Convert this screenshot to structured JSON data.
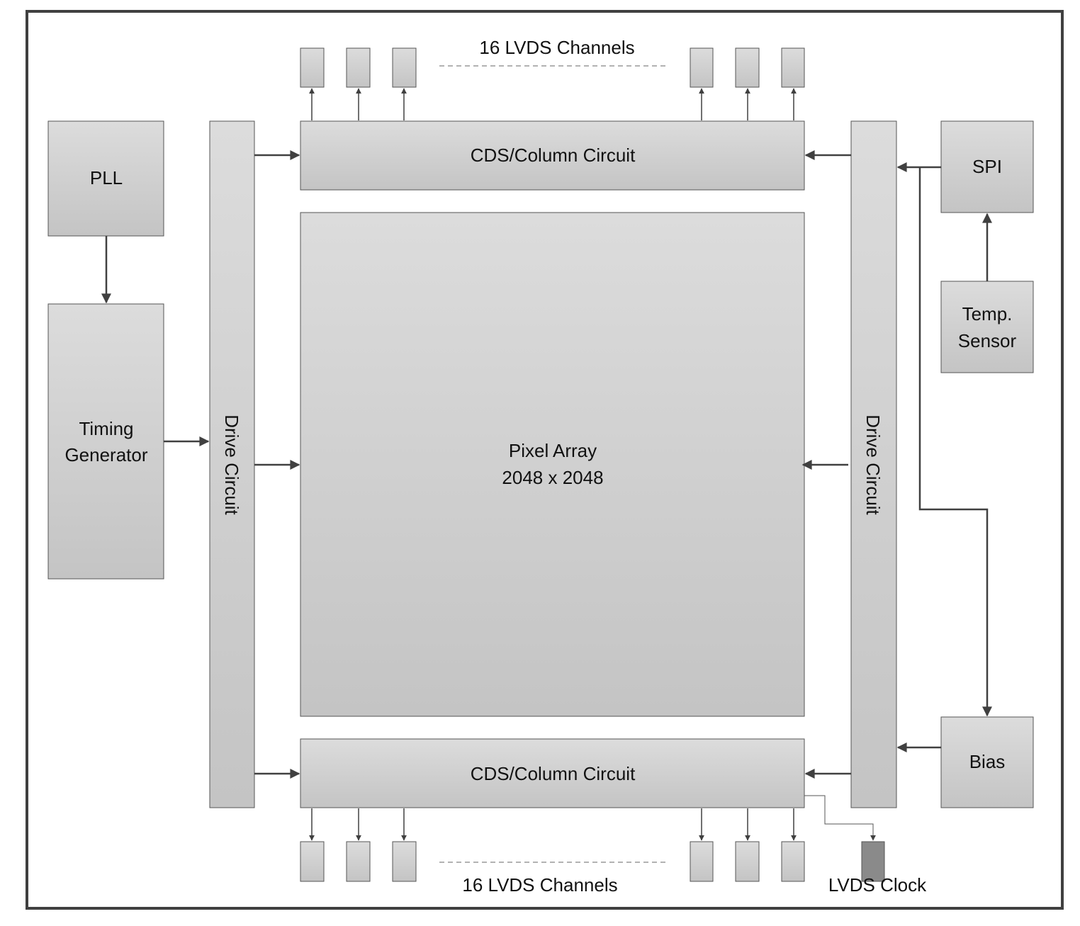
{
  "blocks": {
    "pll": "PLL",
    "timing_line1": "Timing",
    "timing_line2": "Generator",
    "drive_left": "Drive Circuit",
    "drive_right": "Drive Circuit",
    "cds_top": "CDS/Column Circuit",
    "cds_bottom": "CDS/Column Circuit",
    "pixel_line1": "Pixel Array",
    "pixel_line2": "2048 x 2048",
    "spi": "SPI",
    "temp_line1": "Temp.",
    "temp_line2": "Sensor",
    "bias": "Bias"
  },
  "labels": {
    "lvds_top": "16 LVDS Channels",
    "lvds_bottom": "16 LVDS Channels",
    "lvds_clock": "LVDS Clock"
  },
  "colors": {
    "block_light": "#dcdcdc",
    "block_dark": "#c6c6c6",
    "clock_block": "#8a8a8a",
    "arrow": "#404040",
    "frame": "#404040"
  }
}
